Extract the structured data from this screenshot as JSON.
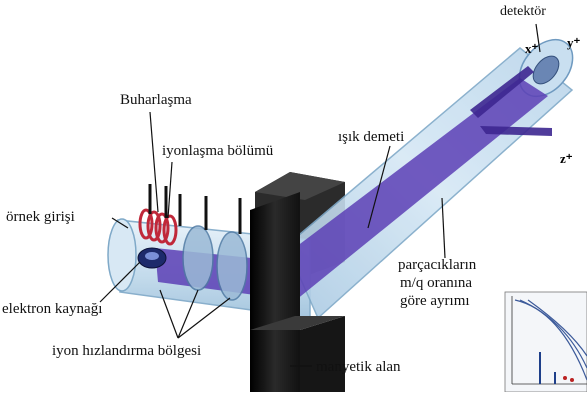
{
  "labels": {
    "detector": "detektör",
    "x_ion": "x⁺",
    "y_ion": "y⁺",
    "z_ion": "z⁺",
    "evaporation": "Buharlaşma",
    "ionization_section": "iyonlaşma bölümü",
    "light_beam": "ışık demeti",
    "sample_inlet": "örnek girişi",
    "electron_source": "elektron kaynağı",
    "separation_line1": "parçacıkların",
    "separation_line2": "m/q oranına",
    "separation_line3": "göre ayrımı",
    "acceleration_region": "iyon hızlandırma bölgesi",
    "magnetic_field": "manyetik alan"
  },
  "colors": {
    "tube_fill": "#cfe3f2",
    "tube_edge": "#7fa9c8",
    "beam": "#5c3fb5",
    "magnet": "#1c1c1c",
    "filament": "#c0283a",
    "plate": "#9bbad6"
  }
}
